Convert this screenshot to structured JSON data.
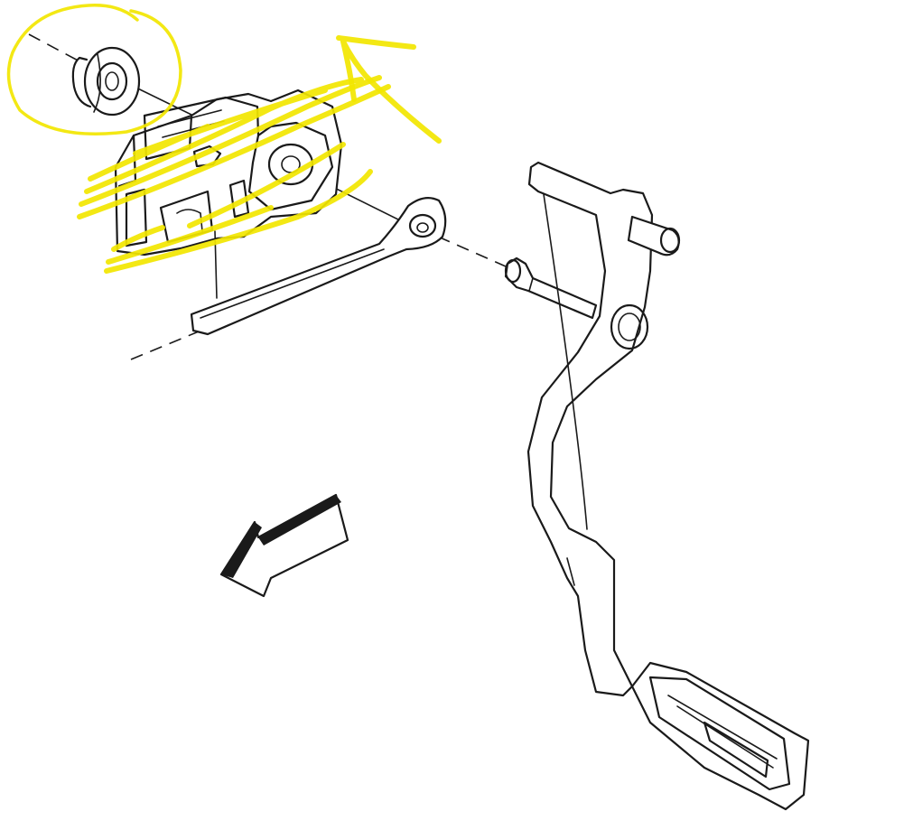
{
  "diagram": {
    "components": [
      {
        "id": "retaining-nut",
        "kind": "nut-with-washer"
      },
      {
        "id": "brake-light-switch",
        "kind": "switch-assembly"
      },
      {
        "id": "mounting-bracket-arm",
        "kind": "bracket"
      },
      {
        "id": "pivot-pin",
        "kind": "pin"
      },
      {
        "id": "brake-pedal-arm",
        "kind": "pedal"
      },
      {
        "id": "pedal-pad",
        "kind": "pad"
      },
      {
        "id": "front-direction-arrow",
        "kind": "direction-indicator"
      }
    ],
    "annotations": {
      "color": "#f2e600",
      "marks": [
        "circle-around-nut",
        "scribble-over-switch",
        "arrow-up-right"
      ]
    },
    "colors": {
      "ink": "#1a1a1a",
      "paper": "#ffffff",
      "highlight": "#f2e600"
    }
  }
}
